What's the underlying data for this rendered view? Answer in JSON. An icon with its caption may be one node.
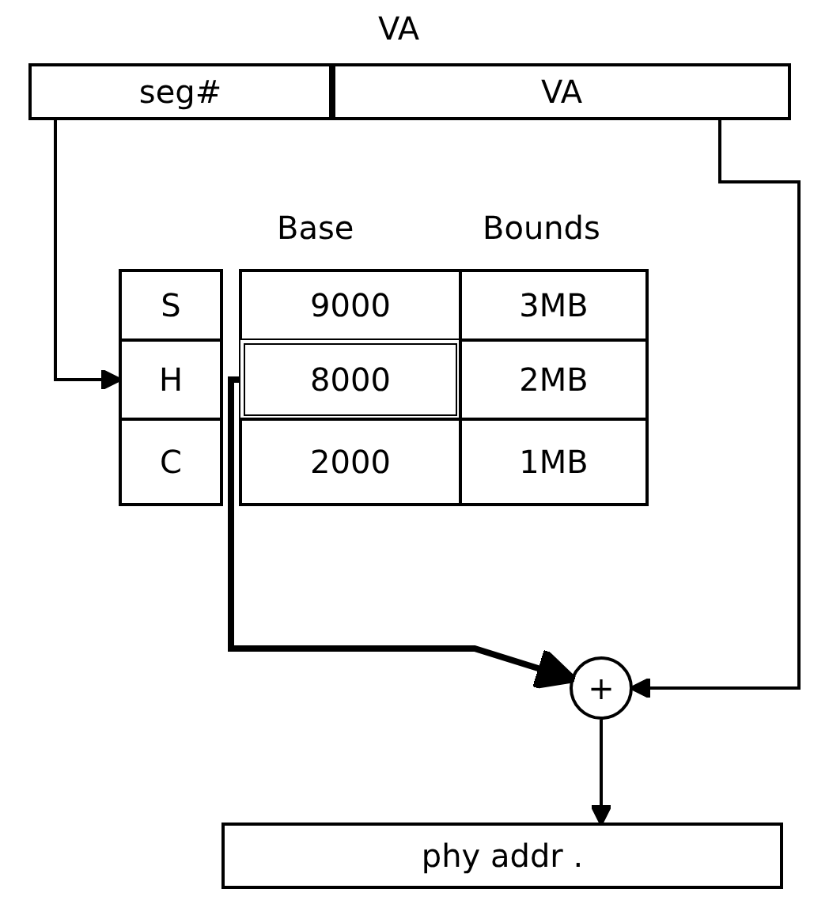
{
  "diagram": {
    "nodes": [
      {
        "text": [
          "VA"
        ]
      },
      {
        "text": [
          "seg#"
        ],
        "in": 0
      },
      {
        "text": [
          "VA"
        ],
        "in": 0
      },
      {
        "text": [
          "S"
        ]
      },
      {
        "text": [
          "9000"
        ]
      },
      {
        "text": [
          "3MB"
        ]
      },
      {
        "text": [
          "H"
        ]
      },
      {
        "text": [
          "8000"
        ]
      },
      {
        "text": [
          "2MB"
        ]
      },
      {
        "text": [
          "C"
        ]
      },
      {
        "text": [
          "2000"
        ]
      },
      {
        "text": [
          "1MB"
        ]
      },
      {
        "text": [
          "+"
        ]
      },
      {
        "text": [
          "phy addr ."
        ]
      }
    ],
    "edges": [
      {
        "from": 1,
        "to": 6,
        "arrow": "to"
      },
      {
        "from": 7,
        "to": 12,
        "arrow": "to",
        "style": "thick"
      },
      {
        "from": 2,
        "to": 12,
        "arrow": "to"
      },
      {
        "from": 12,
        "to": 13,
        "arrow": "to"
      }
    ],
    "labels": [
      "Base",
      "Bounds"
    ]
  }
}
